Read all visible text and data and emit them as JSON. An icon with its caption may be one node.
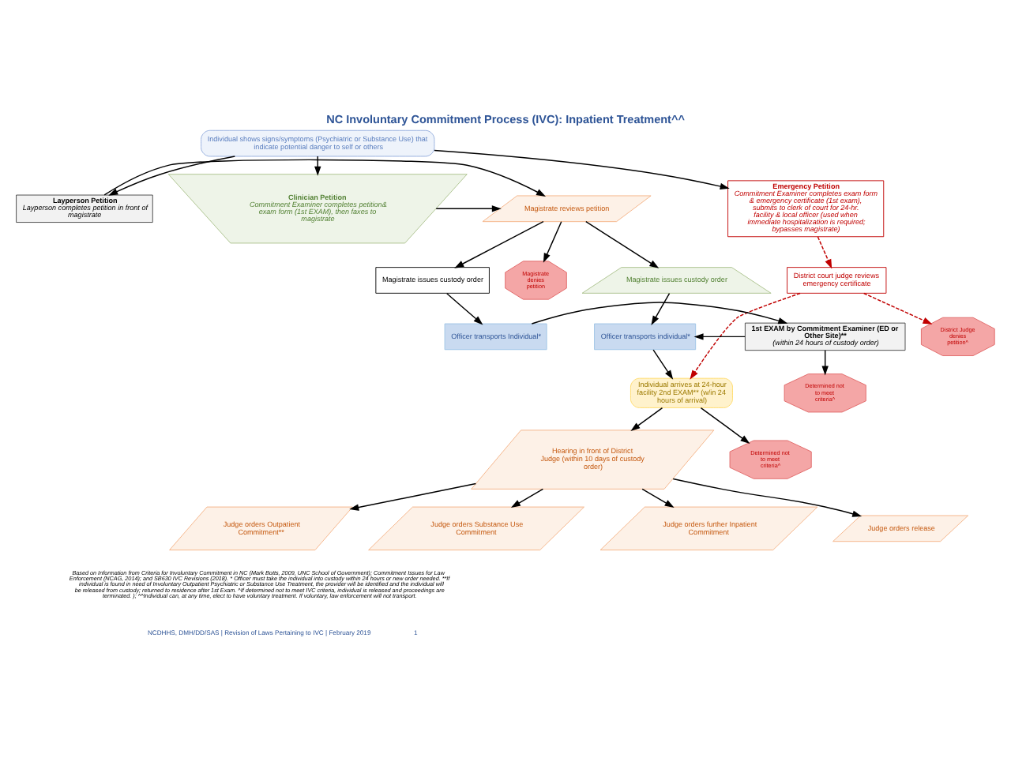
{
  "diagram": {
    "title": "NC Involuntary Commitment Process (IVC): Inpatient Treatment^^",
    "caption": "Based on Information from Criteria for Involuntary Commitment in NC (Mark Botts, 2009, UNC School of Government); Commitment Issues for Law Enforcement (NCAG, 2014); and SB630 IVC Revisions (2018). * Officer must take the individual into custody within 24 hours or new order needed. **If individual is found in need of Involuntary Outpatient Psychiatric or Substance Use Treatment, the provider will be identified and the individual will be released from custody; returned to residence after 1st Exam. ^If determined not to meet IVC criteria, individual is released and proceedings are terminated. ); ^^Individual can, at any time, elect to have voluntary treatment. If voluntary, law enforcement will not transport.",
    "nodes": [
      {
        "text": [
          "Individual shows signs/symptoms (Psychiatric or Substance Use) that indicate potential danger to self or others"
        ]
      },
      {
        "text": [
          "Layperson Petition",
          "Layperson completes petition in front of magistrate"
        ]
      },
      {
        "text": [
          "Magistrate reviews petition"
        ]
      },
      {
        "text": [
          "Clinician Petition",
          "Commitment Examiner completes petition& exam form (1st EXAM), then faxes to magistrate"
        ]
      },
      {
        "text": [
          "Emergency Petition",
          "Commitment Examiner completes exam form & emergency certificate (1st exam), submits to clerk of court for 24-hr. facility & local officer (used when immediate hospitalization is required; bypasses magistrate)"
        ]
      },
      {
        "text": [
          "Magistrate issues custody order"
        ]
      },
      {
        "text": [
          "Magistrate denies petition"
        ]
      },
      {
        "text": [
          "Magistrate issues custody order"
        ]
      },
      {
        "text": [
          "District court judge reviews emergency certificate"
        ]
      },
      {
        "text": [
          "Officer transports Individual*"
        ]
      },
      {
        "text": [
          "1st EXAM by Commitment Examiner (ED or Other Site)**",
          "(within 24 hours of custody order)"
        ]
      },
      {
        "text": [
          "Officer transports individual*"
        ]
      },
      {
        "text": [
          "District Judge denies petition^"
        ]
      },
      {
        "text": [
          "Individual arrives at 24-hour facility 2nd EXAM** (w/in 24 hours of arrival)"
        ]
      },
      {
        "text": [
          "Determined not to meet criteria^"
        ]
      },
      {
        "text": [
          "Hearing in front of District Judge (within 10 days of custody order)"
        ]
      },
      {
        "text": [
          "Determined not to meet criteria^"
        ]
      },
      {
        "text": [
          "Judge orders Outpatient Commitment**"
        ]
      },
      {
        "text": [
          "Judge orders Substance Use Commitment"
        ]
      },
      {
        "text": [
          "Judge orders further Inpatient Commitment"
        ]
      },
      {
        "text": [
          "Judge orders release"
        ]
      }
    ],
    "edges": [
      {
        "from": 0,
        "to": 1,
        "arrow": "to"
      },
      {
        "from": 0,
        "to": 3,
        "arrow": "to"
      },
      {
        "from": 0,
        "to": 4,
        "arrow": "to"
      },
      {
        "from": 1,
        "to": 2,
        "arrow": "to"
      },
      {
        "from": 3,
        "to": 2,
        "arrow": "to"
      },
      {
        "from": 2,
        "to": 5,
        "arrow": "to"
      },
      {
        "from": 2,
        "to": 6,
        "arrow": "to"
      },
      {
        "from": 2,
        "to": 7,
        "arrow": "to"
      },
      {
        "from": 4,
        "to": 8,
        "arrow": "to",
        "style": "dashed",
        "color": "#c00000"
      },
      {
        "from": 5,
        "to": 9,
        "arrow": "to"
      },
      {
        "from": 7,
        "to": 11,
        "arrow": "to"
      },
      {
        "from": 9,
        "to": 10,
        "arrow": "to"
      },
      {
        "from": 10,
        "to": 11,
        "arrow": "to"
      },
      {
        "from": 10,
        "to": 14,
        "arrow": "to"
      },
      {
        "from": 8,
        "to": 13,
        "arrow": "to",
        "style": "dashed",
        "color": "#c00000"
      },
      {
        "from": 8,
        "to": 12,
        "arrow": "to",
        "style": "dashed",
        "color": "#c00000"
      },
      {
        "from": 11,
        "to": 13,
        "arrow": "to"
      },
      {
        "from": 13,
        "to": 15,
        "arrow": "to"
      },
      {
        "from": 13,
        "to": 16,
        "arrow": "to"
      },
      {
        "from": 15,
        "to": 17,
        "arrow": "to"
      },
      {
        "from": 15,
        "to": 18,
        "arrow": "to"
      },
      {
        "from": 15,
        "to": 19,
        "arrow": "to"
      },
      {
        "from": 15,
        "to": 20,
        "arrow": "to"
      }
    ],
    "labels": [
      "NCDHHS, DMH/DD/SAS | Revision of Laws Pertaining to IVC | February 2019",
      "1"
    ]
  }
}
